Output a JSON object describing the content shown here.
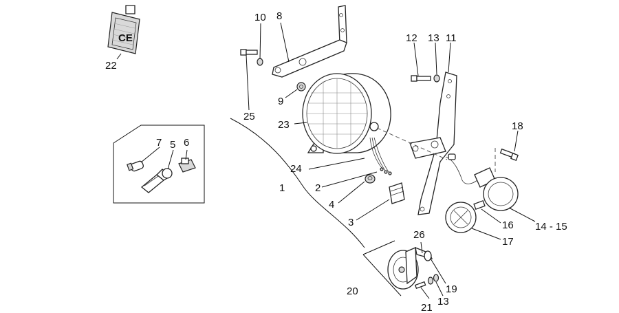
{
  "ce_mark": "CE",
  "callouts": {
    "c1": "1",
    "c2": "2",
    "c3": "3",
    "c4": "4",
    "c5": "5",
    "c6": "6",
    "c7": "7",
    "c8": "8",
    "c9": "9",
    "c10": "10",
    "c11": "11",
    "c12": "12",
    "c13a": "13",
    "c13b": "13",
    "c14_15": "14 - 15",
    "c16": "16",
    "c17": "17",
    "c18": "18",
    "c19": "19",
    "c20": "20",
    "c21": "21",
    "c22": "22",
    "c23": "23",
    "c24": "24",
    "c25": "25",
    "c26": "26"
  }
}
